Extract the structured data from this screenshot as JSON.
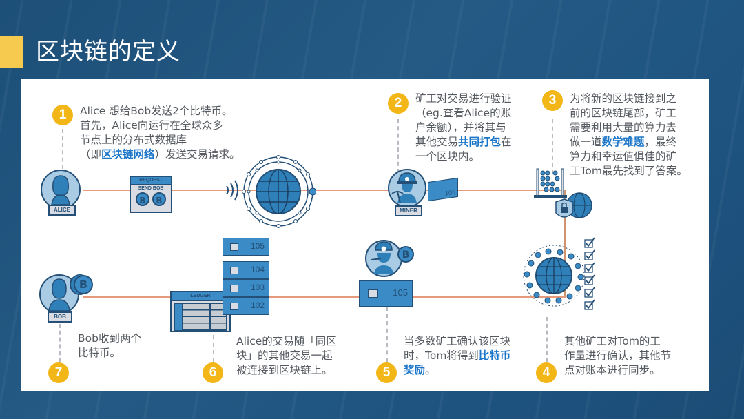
{
  "slide": {
    "title": "区块链的定义",
    "colors": {
      "background": "#1f5481",
      "accent_bar": "#f6c94f",
      "badge": "#f2b617",
      "highlight_text": "#1b76c9",
      "body_text": "#555a60",
      "connector_line": "#e59a7c",
      "icon_blue": "#2f7fb8",
      "icon_dark": "#244f76"
    }
  },
  "steps": [
    {
      "number": "1",
      "lines": [
        "Alice 想给Bob发送2个比特币。",
        "首先，Alice向运行在全球众多",
        "节点上的分布式数据库"
      ],
      "line4_pre": "（即",
      "highlight": "区块链网络",
      "line4_post": "）发送交易请求。"
    },
    {
      "number": "2",
      "lines": [
        "矿工对交易进行验证",
        "（eg.查看Alice的账",
        "户余额），并将其与"
      ],
      "line4_pre": "其他交易",
      "highlight": "共同打包",
      "line4_post": "在",
      "line5": "一个区块内。"
    },
    {
      "number": "3",
      "lines": [
        "为将新的区块链接到之",
        "前的区块链尾部，矿工",
        "需要利用大量的算力去"
      ],
      "line4_pre": "做一道",
      "highlight": "数学难题",
      "line4_post": "，最终",
      "line5": "算力和幸运值俱佳的矿",
      "line6": "工Tom最先找到了答案。"
    },
    {
      "number": "4",
      "lines": [
        "其他矿工对Tom的工",
        "作量进行确认，其他节",
        "点对账本进行同步。"
      ]
    },
    {
      "number": "5",
      "line1": "当多数矿工确认该区块",
      "line2_pre": "时，Tom将得到",
      "highlight_a": "比特币",
      "highlight_b": "奖励",
      "line3_post": "。"
    },
    {
      "number": "6",
      "lines": [
        "Alice的交易随「同区",
        "块」的其他交易一起",
        "被连接到区块链上。"
      ]
    },
    {
      "number": "7",
      "lines": [
        "Bob收到两个",
        "比特币。"
      ]
    }
  ],
  "icons": {
    "alice": {
      "label": "ALICE"
    },
    "request": {
      "header": "REQUEST",
      "body": "SEND BOB",
      "coin_symbol": "B"
    },
    "miner": {
      "label": "MINER",
      "block_number": "105"
    },
    "bob": {
      "label": "BOB",
      "coin_symbol": "B"
    },
    "ledger": {
      "header": "LEDGER"
    },
    "block_stack": {
      "blocks": [
        "105",
        "104",
        "103",
        "102"
      ]
    },
    "reward": {
      "block_number": "105",
      "coin_symbol": "B"
    }
  }
}
